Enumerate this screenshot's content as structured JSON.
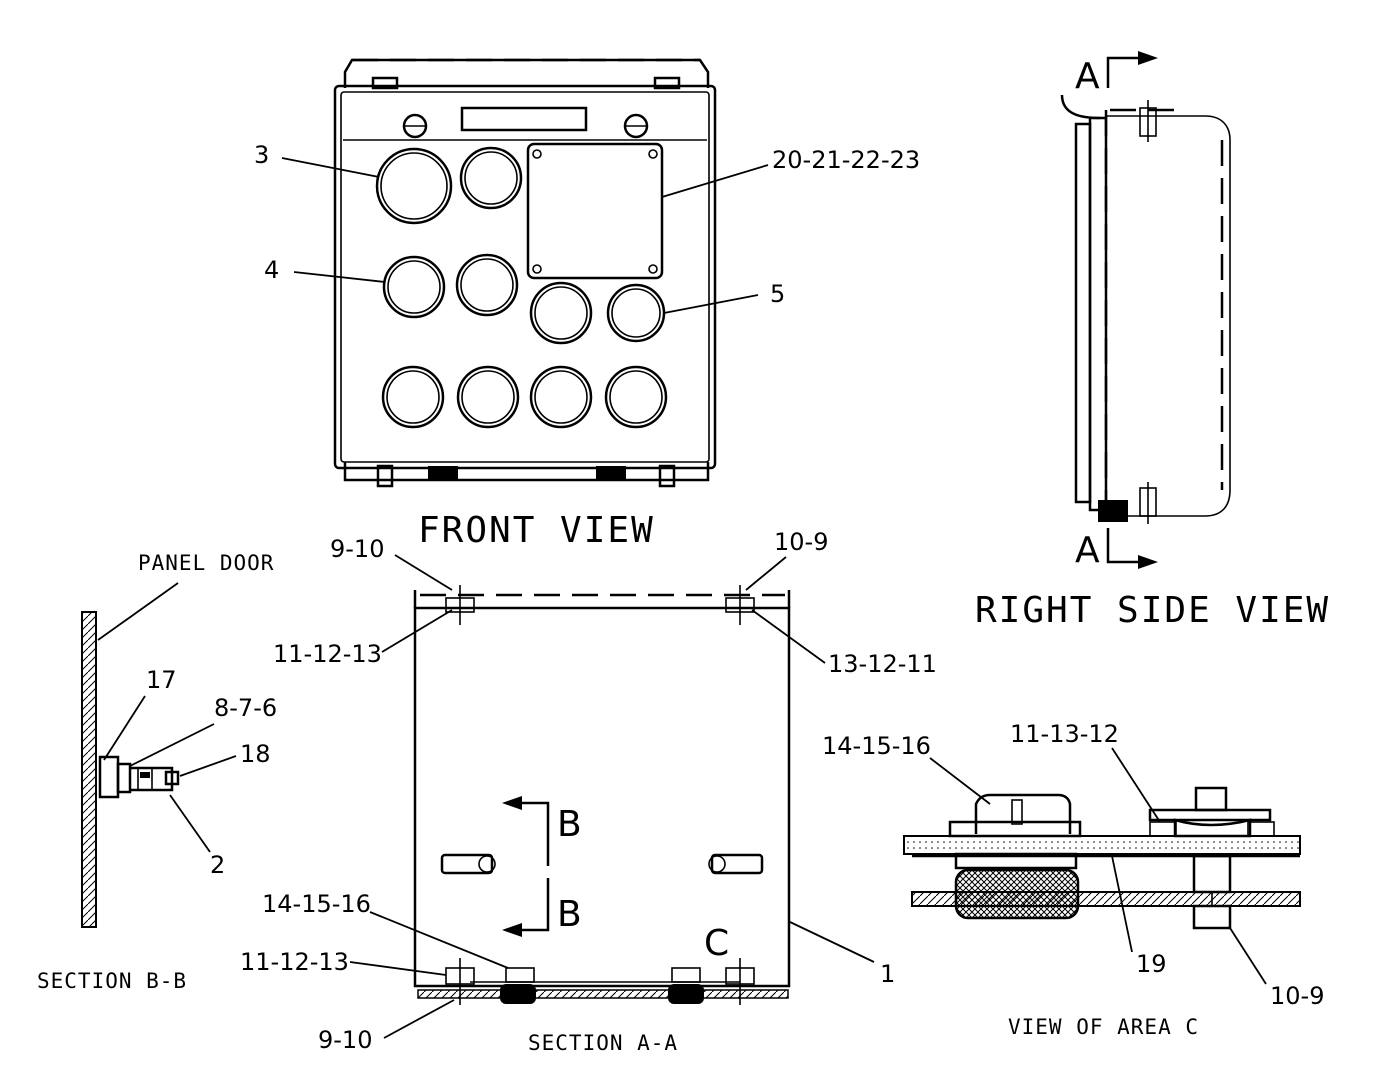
{
  "views": {
    "front": {
      "title": "FRONT VIEW"
    },
    "right": {
      "title": "RIGHT SIDE VIEW",
      "section_marker": "A"
    },
    "section_aa": {
      "title": "SECTION A-A",
      "section_marker": "B",
      "area_marker": "C"
    },
    "section_bb": {
      "title": "SECTION B-B",
      "panel_label": "PANEL DOOR"
    },
    "area_c": {
      "title": "VIEW OF AREA C"
    }
  },
  "callouts": {
    "front": [
      "3",
      "4",
      "5",
      "20-21-22-23"
    ],
    "section_aa": [
      "9-10",
      "10-9",
      "11-12-13",
      "13-12-11",
      "14-15-16",
      "11-12-13",
      "9-10",
      "1"
    ],
    "section_bb": [
      "17",
      "8-7-6",
      "18",
      "2"
    ],
    "area_c": [
      "14-15-16",
      "11-13-12",
      "19",
      "10-9"
    ]
  }
}
